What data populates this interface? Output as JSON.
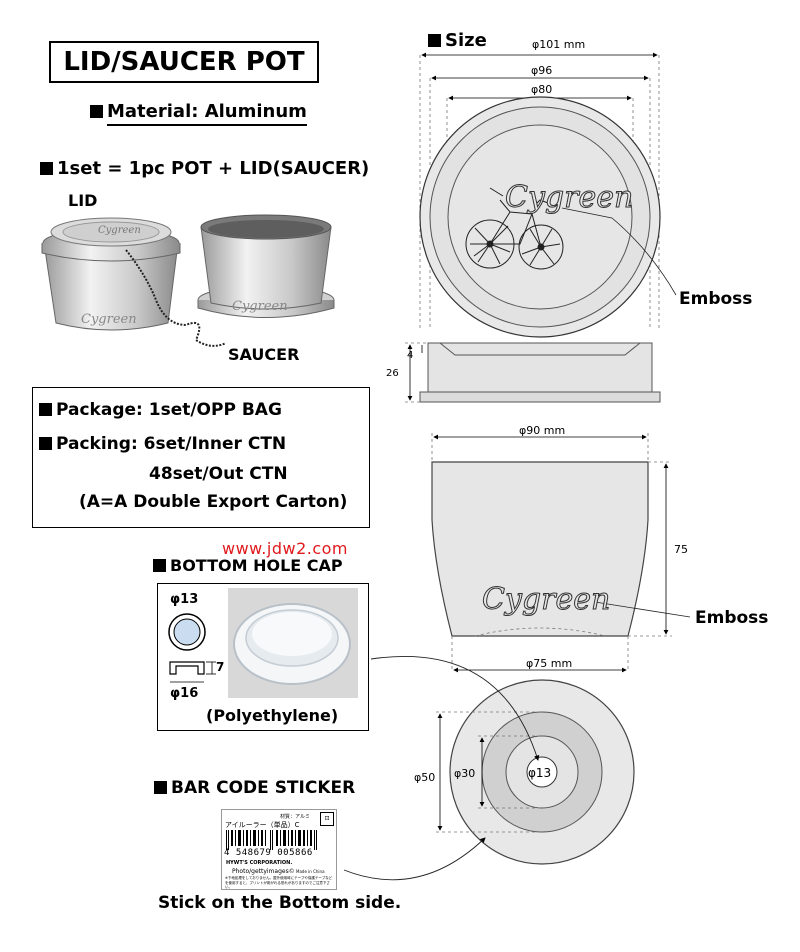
{
  "title": "LID/SAUCER POT",
  "material": "Material: Aluminum",
  "set_line": "1set = 1pc POT + LID(SAUCER)",
  "labels": {
    "lid": "LID",
    "saucer": "SAUCER"
  },
  "packing": {
    "package": "Package: 1set/OPP BAG",
    "packing": "Packing: 6set/Inner CTN",
    "outer": "48set/Out CTN",
    "carton": "(A=A Double Export Carton)"
  },
  "watermark": "www.jdw2.com",
  "bottom_hole_cap": {
    "title": "BOTTOM HOLE CAP",
    "d13": "φ13",
    "d16": "φ16",
    "h7": "7",
    "material": "(Polyethylene)"
  },
  "bar_code": {
    "title": "BAR CODE STICKER",
    "product": "アイルーラー（単品）C",
    "material_small": "材質：アルミ",
    "barcode_number": "4 548679 005866",
    "company": "HYWT'S CORPORATION.",
    "photo": "Photo/gettyimages©",
    "made_in": "Made in China",
    "note": "※下地処理をしておりません。屋外使用時にテープや保護テープなどを使用すると、プリントが剥がれる恐れがありますのでご注意下さい。"
  },
  "stick_note": "Stick on the Bottom side.",
  "size": {
    "title": "Size",
    "lid_d101": "φ101 mm",
    "lid_d96": "φ96",
    "lid_d80": "φ80",
    "lid_h4": "4",
    "lid_h26": "26",
    "pot_d90": "φ90 mm",
    "pot_h75": "75",
    "bottom_d75": "φ75 mm",
    "bottom_d50": "φ50",
    "bottom_d30": "φ30",
    "bottom_d13": "φ13",
    "emboss": "Emboss",
    "brand": "Cygreen"
  },
  "colors": {
    "metal": "#e6e6e6",
    "ring": "#d2d2d2",
    "line": "#333333",
    "watermark": "#e0191d"
  }
}
